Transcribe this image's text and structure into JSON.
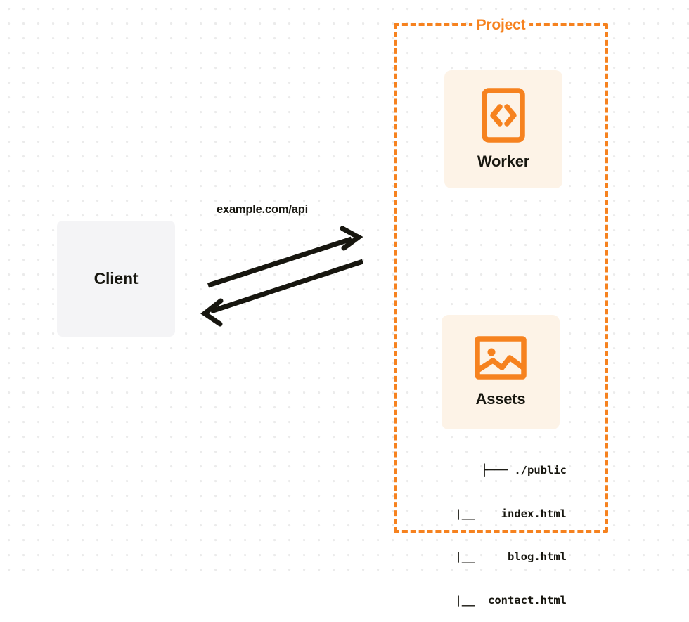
{
  "diagram": {
    "type": "architecture-diagram",
    "background": "dotted-grid",
    "colors": {
      "accent_orange": "#f6821f",
      "node_fill_cream": "#fdf3e7",
      "client_fill_gray": "#f4f4f6",
      "text_dark": "#17160f",
      "grid_dot": "#ebebeb"
    },
    "client": {
      "label": "Client"
    },
    "connection": {
      "label": "example.com/api",
      "direction": "bidirectional",
      "request_arrow": "arrow-right-up",
      "response_arrow": "arrow-left-down"
    },
    "project": {
      "title": "Project",
      "border_style": "dashed",
      "nodes": [
        {
          "id": "worker",
          "label": "Worker",
          "icon": "code-brackets-icon"
        },
        {
          "id": "assets",
          "label": "Assets",
          "icon": "image-picture-icon"
        }
      ],
      "assets_tree": {
        "lines": [
          "├─── ./public",
          "|__    index.html",
          "|__     blog.html",
          "|__  contact.html"
        ]
      }
    }
  }
}
